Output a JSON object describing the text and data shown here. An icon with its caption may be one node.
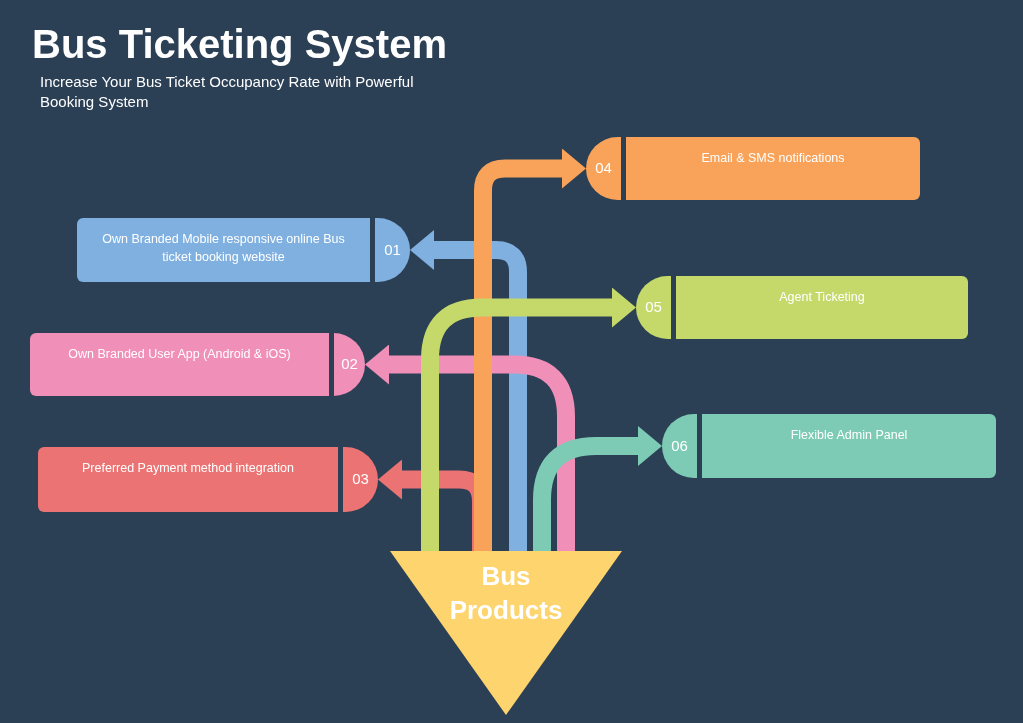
{
  "diagram": {
    "title": "Bus Ticketing System",
    "caption": "Increase Your Bus Ticket Occupancy Rate with Powerful Booking System",
    "nodes": [
      {
        "text": [
          "Bus Products"
        ]
      },
      {
        "text": [
          "Own Branded Mobile responsive online Bus ticket booking website",
          "01"
        ]
      },
      {
        "text": [
          "Own Branded User App (Android & iOS)",
          "02"
        ]
      },
      {
        "text": [
          "Preferred Payment method integration",
          "03"
        ]
      },
      {
        "text": [
          "04",
          "Email & SMS notifications"
        ]
      },
      {
        "text": [
          "05",
          "Agent Ticketing"
        ]
      },
      {
        "text": [
          "06",
          "Flexible Admin Panel"
        ]
      }
    ],
    "edges": [
      {
        "from": 0,
        "to": 1,
        "arrow": "to",
        "color": "#7fb0e0"
      },
      {
        "from": 0,
        "to": 2,
        "arrow": "to",
        "color": "#f08fb8"
      },
      {
        "from": 0,
        "to": 3,
        "arrow": "to",
        "color": "#ec7373"
      },
      {
        "from": 0,
        "to": 4,
        "arrow": "to",
        "color": "#f9a35a"
      },
      {
        "from": 0,
        "to": 5,
        "arrow": "to",
        "color": "#c5d96a"
      },
      {
        "from": 0,
        "to": 6,
        "arrow": "to",
        "color": "#7dcbb5"
      }
    ]
  }
}
